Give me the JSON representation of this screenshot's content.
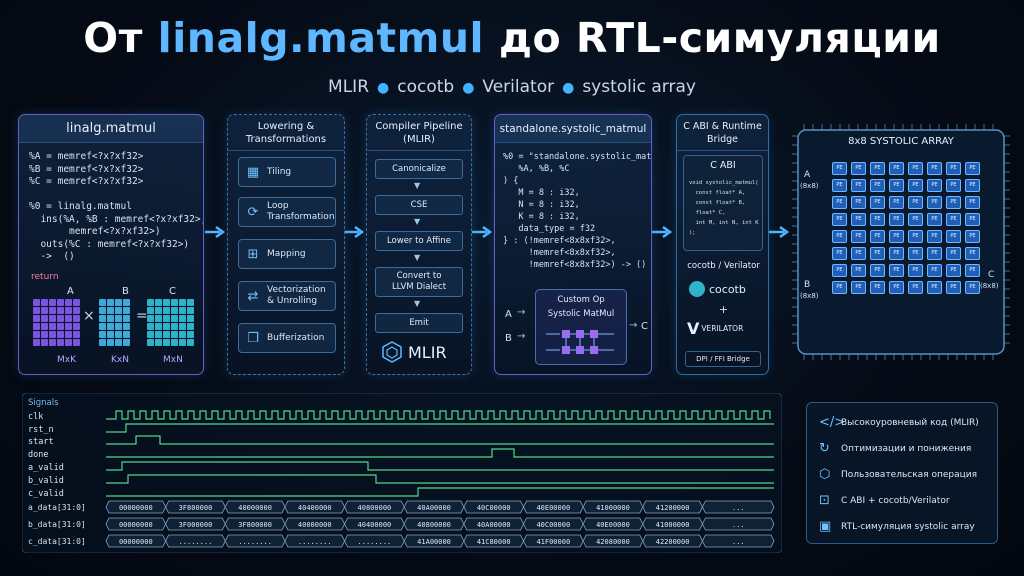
{
  "title": {
    "pre": "От ",
    "highlight": "linalg.matmul",
    "post": " до RTL-симуляции"
  },
  "subtitle": {
    "items": [
      "MLIR",
      "cocotb",
      "Verilator",
      "systolic array"
    ]
  },
  "panel1": {
    "title": "linalg.matmul",
    "code": [
      "%A = memref<?x?xf32>",
      "%B = memref<?x?xf32>",
      "%C = memref<?x?xf32>",
      "",
      "%0 = linalg.matmul",
      "  ins(%A, %B : memref<?x?xf32>,",
      "       memref<?x?xf32>)",
      "  outs(%C : memref<?x?xf32>)",
      "  ->  ()"
    ],
    "return_label": "return",
    "mat_a": "A",
    "mat_b": "B",
    "mat_c": "C",
    "dim_a": "MxK",
    "dim_b": "KxN",
    "dim_c": "MxN",
    "op_mul": "×",
    "op_eq": "="
  },
  "panel2": {
    "title_line1": "Lowering &",
    "title_line2": "Transformations",
    "steps": [
      {
        "label": "Tiling",
        "icon": "grid-icon"
      },
      {
        "label": "Loop\nTransformation",
        "icon": "loop-icon"
      },
      {
        "label": "Mapping",
        "icon": "mapping-icon"
      },
      {
        "label": "Vectorization\n& Unrolling",
        "icon": "vector-icon"
      },
      {
        "label": "Bufferization",
        "icon": "buffer-icon"
      }
    ]
  },
  "panel3": {
    "title_line1": "Compiler Pipeline",
    "title_line2": "(MLIR)",
    "steps": [
      "Canonicalize",
      "CSE",
      "Lower to Affine",
      "Convert to\nLLVM Dialect",
      "Emit"
    ],
    "logo_text": "MLIR"
  },
  "panel4": {
    "title": "standalone.systolic_matmul",
    "code": [
      "%0 = \"standalone.systolic_matmul\"(",
      "   %A, %B, %C",
      ") {",
      "   M = 8 : i32,",
      "   N = 8 : i32,",
      "   K = 8 : i32,",
      "   data_type = f32",
      "} : (!memref<8x8xf32>,",
      "     !memref<8x8xf32>,",
      "     !memref<8x8xf32>) -> ()"
    ],
    "custom_op_line1": "Custom Op",
    "custom_op_line2": "Systolic MatMul",
    "in_a": "A",
    "in_b": "B",
    "out_c": "C"
  },
  "panel5": {
    "title_line1": "C ABI & Runtime",
    "title_line2": "Bridge",
    "cabi_title": "C ABI",
    "cabi_code": [
      "void systolic_matmul(",
      "  const float* A,",
      "  const float* B,",
      "  float* C,",
      "  int M, int N, int K",
      ");"
    ],
    "tools_title": "cocotb / Verilator",
    "cocotb": "cocotb",
    "plus": "+",
    "verilator": "VERILATOR",
    "bridge": "DPI / FFI Bridge"
  },
  "chip": {
    "title": "8x8 SYSTOLIC ARRAY",
    "pe_label": "PE",
    "in_a": "A",
    "in_a_dim": "(8x8)",
    "in_b": "B",
    "in_b_dim": "(8x8)",
    "out_c": "C",
    "out_c_dim": "(8x8)"
  },
  "waveform": {
    "header": "Signals",
    "signals": [
      "clk",
      "rst_n",
      "start",
      "done",
      "a_valid",
      "b_valid",
      "c_valid"
    ],
    "buses": [
      {
        "name": "a_data[31:0]",
        "values": [
          "00000000",
          "3F800000",
          "40000000",
          "40400000",
          "40800000",
          "40A00000",
          "40C00000",
          "40E00000",
          "41000000",
          "41200000",
          "..."
        ]
      },
      {
        "name": "b_data[31:0]",
        "values": [
          "00000000",
          "3F000000",
          "3F800000",
          "40000000",
          "40400000",
          "40800000",
          "40A00000",
          "40C00000",
          "40E00000",
          "41000000",
          "..."
        ]
      },
      {
        "name": "c_data[31:0]",
        "values": [
          "00000000",
          "........",
          "........",
          "........",
          "........",
          "41A00000",
          "41C80000",
          "41F00000",
          "42080000",
          "42200000",
          "..."
        ]
      }
    ]
  },
  "legend": {
    "items": [
      {
        "label": "Высокоуровневый код (MLIR)",
        "icon": "code-icon"
      },
      {
        "label": "Оптимизации и понижения",
        "icon": "optimize-icon"
      },
      {
        "label": "Пользовательская операция",
        "icon": "cube-icon"
      },
      {
        "label": "C ABI  +  cocotb/Verilator",
        "icon": "bridge-icon"
      },
      {
        "label": "RTL-симуляция systolic array",
        "icon": "chip-icon"
      }
    ]
  },
  "colors": {
    "accent": "#3fb5ff",
    "purple": "#8a5cf0",
    "teal": "#2fb3c9",
    "wave": "#4fd88a"
  }
}
